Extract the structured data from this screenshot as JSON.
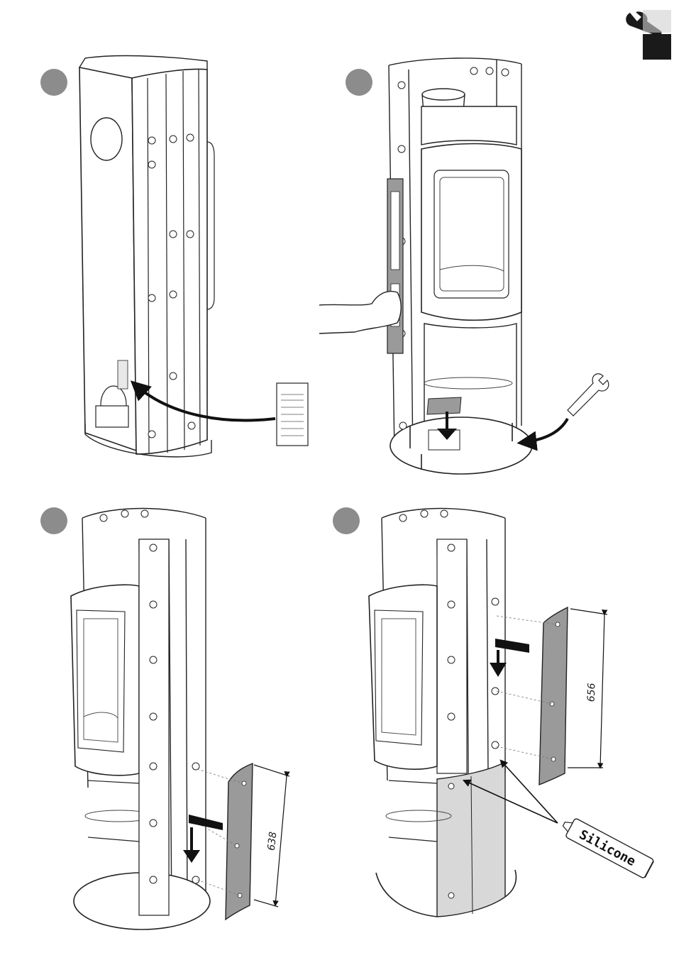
{
  "steps": [
    {
      "number": ""
    },
    {
      "number": ""
    },
    {
      "number": ""
    },
    {
      "number": ""
    }
  ],
  "dimensions": {
    "step3_height": "638",
    "step4_height": "656"
  },
  "tube_label": "Silicone",
  "icons": [
    "wrench-icon",
    "language-tab"
  ],
  "colors": {
    "line": "#222222",
    "step_circle": "#8c8c8c",
    "panel_fill": "#9a9a9a",
    "highlight_fill": "#d8d8d8",
    "tab_dark": "#1a1a1a",
    "tab_light": "#cfcfcf"
  }
}
